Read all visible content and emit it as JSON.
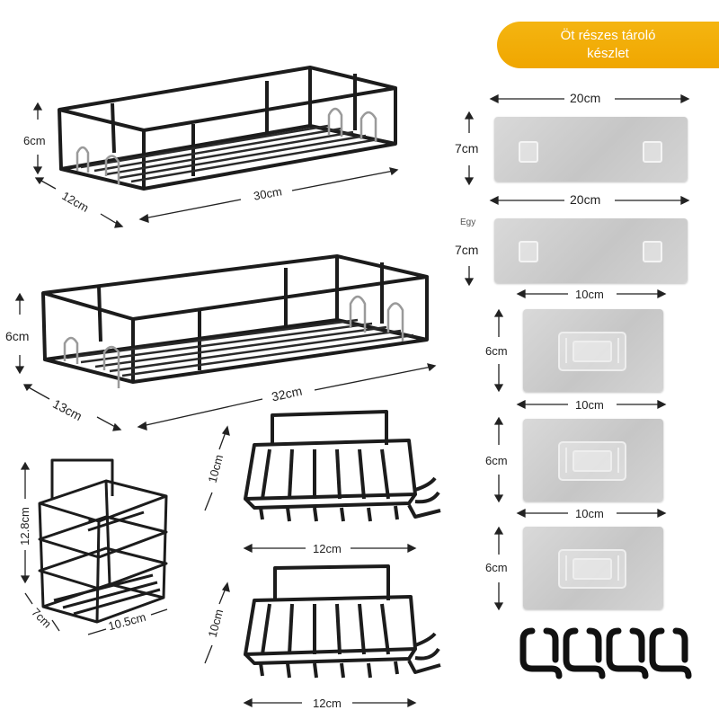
{
  "banner": {
    "line1": "Öt részes tároló",
    "line2": "készlet"
  },
  "shelf1": {
    "height": "6cm",
    "depth": "12cm",
    "width": "30cm"
  },
  "shelf2": {
    "height": "6cm",
    "depth": "13cm",
    "width": "32cm"
  },
  "caddy": {
    "height": "12.8cm",
    "depth": "7cm",
    "width": "10.5cm"
  },
  "soap1": {
    "height": "10cm",
    "width": "12cm"
  },
  "soap2": {
    "height": "10cm",
    "width": "12cm"
  },
  "plates": [
    {
      "width": "20cm",
      "height": "7cm"
    },
    {
      "width": "20cm",
      "height": "7cm",
      "note": "Egy"
    },
    {
      "width": "10cm",
      "height": "6cm"
    },
    {
      "width": "10cm",
      "height": "6cm"
    },
    {
      "width": "10cm",
      "height": "6cm"
    }
  ],
  "hooks_count": 4
}
